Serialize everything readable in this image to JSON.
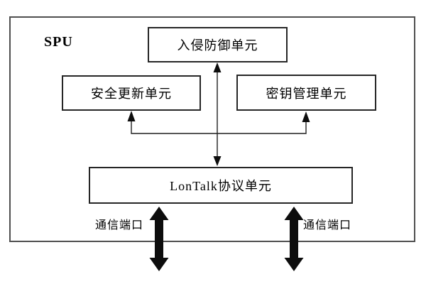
{
  "diagram": {
    "spu_label": "SPU",
    "nodes": {
      "intrusion": {
        "label": "入侵防御单元"
      },
      "security_update": {
        "label": "安全更新单元"
      },
      "key_management": {
        "label": "密钥管理单元"
      },
      "lontalk": {
        "label": "LonTalk协议单元"
      }
    },
    "ports": {
      "left": {
        "label": "通信端口"
      },
      "right": {
        "label": "通信端口"
      }
    },
    "connections": [
      {
        "from": "lontalk",
        "to": "intrusion",
        "type": "double-headed-arrow"
      },
      {
        "from": "lontalk",
        "to": "security_update",
        "type": "arrow"
      },
      {
        "from": "lontalk",
        "to": "key_management",
        "type": "arrow"
      },
      {
        "from": "lontalk",
        "to": "external-port-left",
        "type": "thick-double-headed-arrow"
      },
      {
        "from": "lontalk",
        "to": "external-port-right",
        "type": "thick-double-headed-arrow"
      }
    ],
    "colors": {
      "background": "#ffffff",
      "frame_border": "#4f4f4f",
      "box_border": "#262626",
      "box_fill": "#ffffff",
      "line": "#1f1f1f",
      "arrow_fill": "#0d0d0d",
      "text": "#000000"
    }
  }
}
